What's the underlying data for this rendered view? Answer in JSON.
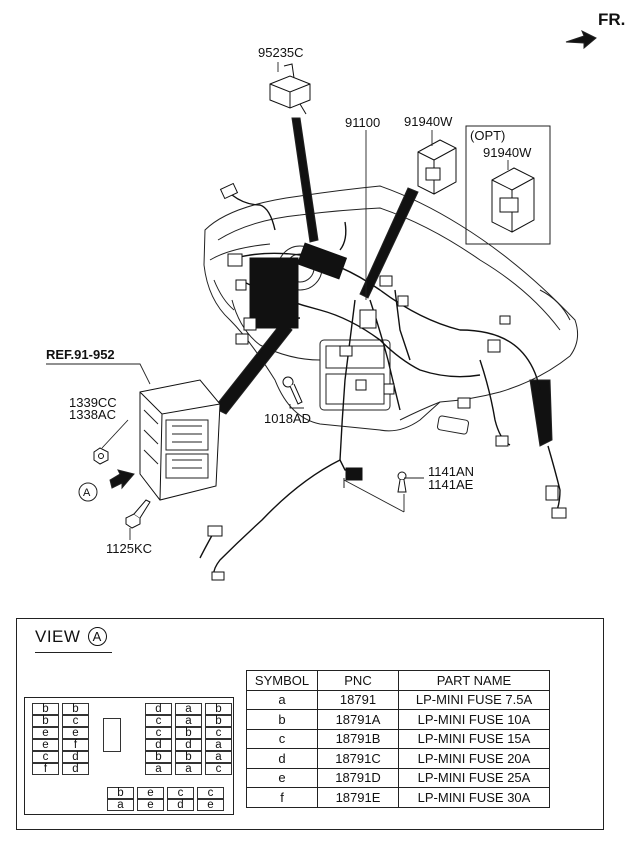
{
  "labels": {
    "fr": "FR.",
    "p95235c": "95235C",
    "p91100": "91100",
    "p91940w": "91940W",
    "opt": "(OPT)",
    "p91940w_opt": "91940W",
    "ref": "REF.91-952",
    "p1339cc": "1339CC",
    "p1338ac": "1338AC",
    "p1018ad": "1018AD",
    "p1141an": "1141AN",
    "p1141ae": "1141AE",
    "p1125kc": "1125KC",
    "view_a": "A"
  },
  "view": {
    "title": "VIEW",
    "circle": "A"
  },
  "table": {
    "headers": [
      "SYMBOL",
      "PNC",
      "PART NAME"
    ],
    "rows": [
      [
        "a",
        "18791",
        "LP-MINI FUSE 7.5A"
      ],
      [
        "b",
        "18791A",
        "LP-MINI FUSE 10A"
      ],
      [
        "c",
        "18791B",
        "LP-MINI FUSE 15A"
      ],
      [
        "d",
        "18791C",
        "LP-MINI FUSE 20A"
      ],
      [
        "e",
        "18791D",
        "LP-MINI FUSE 25A"
      ],
      [
        "f",
        "18791E",
        "LP-MINI FUSE 30A"
      ]
    ]
  },
  "fuse_panel": {
    "left_col1": [
      "b",
      "b",
      "e",
      "e",
      "c",
      "f"
    ],
    "left_col2": [
      "b",
      "c",
      "e",
      "f",
      "d",
      "d"
    ],
    "right_col1": [
      "d",
      "c",
      "c",
      "d",
      "b",
      "a"
    ],
    "right_col2": [
      "a",
      "a",
      "b",
      "d",
      "b",
      "a"
    ],
    "right_col3": [
      "b",
      "b",
      "c",
      "a",
      "a",
      "c"
    ],
    "bottom_row1": [
      "b",
      "e",
      "c",
      "c"
    ],
    "bottom_row2": [
      "a",
      "e",
      "d",
      "e"
    ]
  }
}
